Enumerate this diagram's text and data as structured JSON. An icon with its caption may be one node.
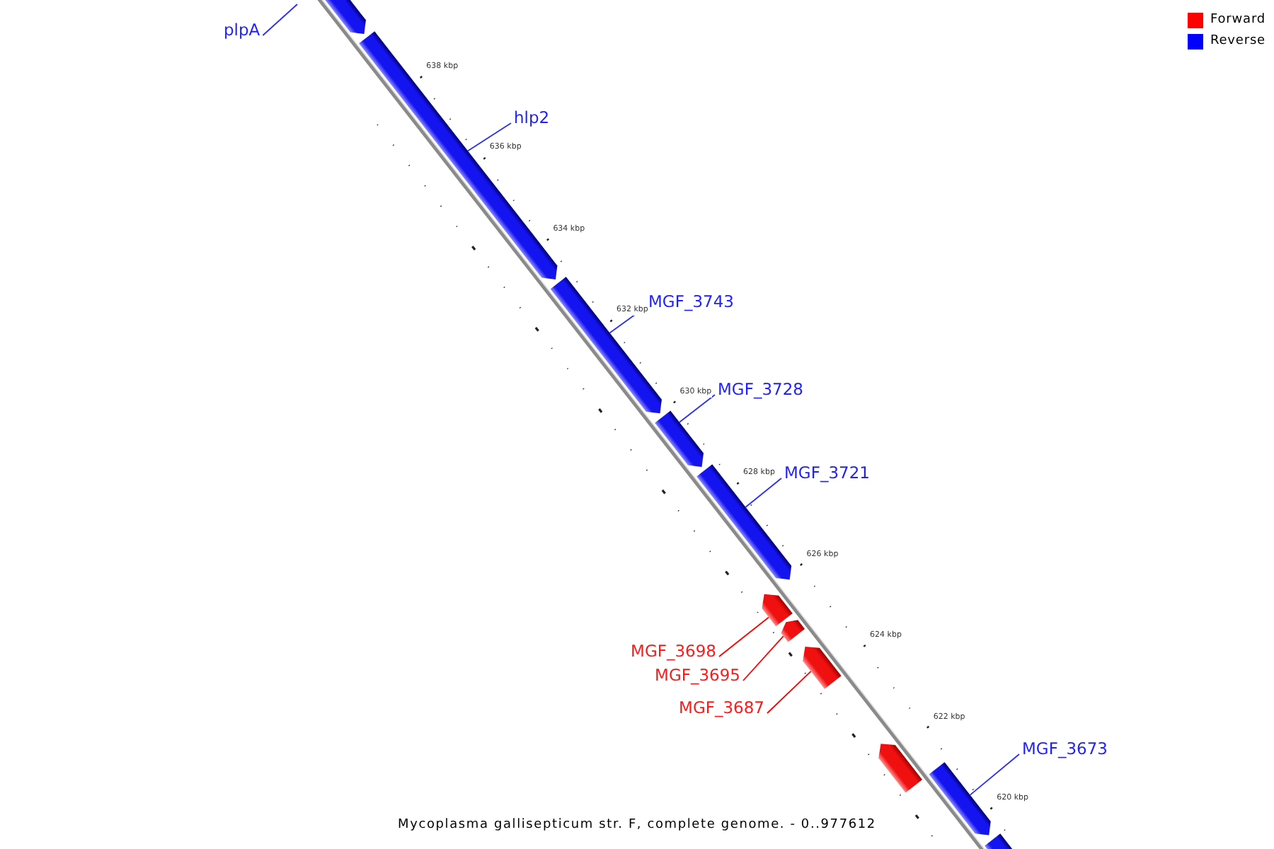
{
  "diagram": {
    "caption": "Mycoplasma gallisepticum str. F, complete genome. - 0..977612",
    "nodes": [
      {
        "text": [
          "plpA"
        ]
      },
      {
        "text": [],
        "shape": "arrow"
      },
      {
        "text": [
          "hlp2"
        ]
      },
      {
        "text": [],
        "shape": "arrow"
      },
      {
        "text": [
          "MGF_3743"
        ]
      },
      {
        "text": [],
        "shape": "arrow"
      },
      {
        "text": [
          "MGF_3728"
        ]
      },
      {
        "text": [],
        "shape": "arrow"
      },
      {
        "text": [
          "MGF_3721"
        ]
      },
      {
        "text": [],
        "shape": "arrow"
      },
      {
        "text": [],
        "shape": "arrow"
      },
      {
        "text": [],
        "shape": "arrow"
      },
      {
        "text": [
          "MGF_3698"
        ]
      },
      {
        "text": [
          "MGF_3695"
        ]
      },
      {
        "text": [],
        "shape": "arrow"
      },
      {
        "text": [
          "MGF_3687"
        ]
      },
      {
        "text": [],
        "shape": "arrow"
      },
      {
        "text": [
          "MGF_3673"
        ]
      },
      {
        "text": [],
        "shape": "arrow"
      },
      {
        "text": [],
        "shape": "arrow"
      }
    ],
    "edges": [
      {
        "from": 0,
        "to": null,
        "arrow": "none"
      },
      {
        "from": 2,
        "to": 3,
        "arrow": "none"
      },
      {
        "from": 4,
        "to": 5,
        "arrow": "none"
      },
      {
        "from": 6,
        "to": 7,
        "arrow": "none"
      },
      {
        "from": 8,
        "to": 9,
        "arrow": "none"
      },
      {
        "from": 12,
        "to": 10,
        "arrow": "none",
        "color": "#ff0000"
      },
      {
        "from": 13,
        "to": 11,
        "arrow": "none",
        "color": "#ff0000"
      },
      {
        "from": 15,
        "to": 14,
        "arrow": "none",
        "color": "#ff0000"
      },
      {
        "from": 17,
        "to": 18,
        "arrow": "none"
      }
    ],
    "labels": [
      "638 kbp",
      "636 kbp",
      "634 kbp",
      "632 kbp",
      "630 kbp",
      "628 kbp",
      "626 kbp",
      "624 kbp",
      "622 kbp",
      "620 kbp"
    ],
    "legend": [
      {
        "text": "Forward",
        "color": "#ff0000"
      },
      {
        "text": "Reverse",
        "color": "#0000ff"
      }
    ]
  }
}
